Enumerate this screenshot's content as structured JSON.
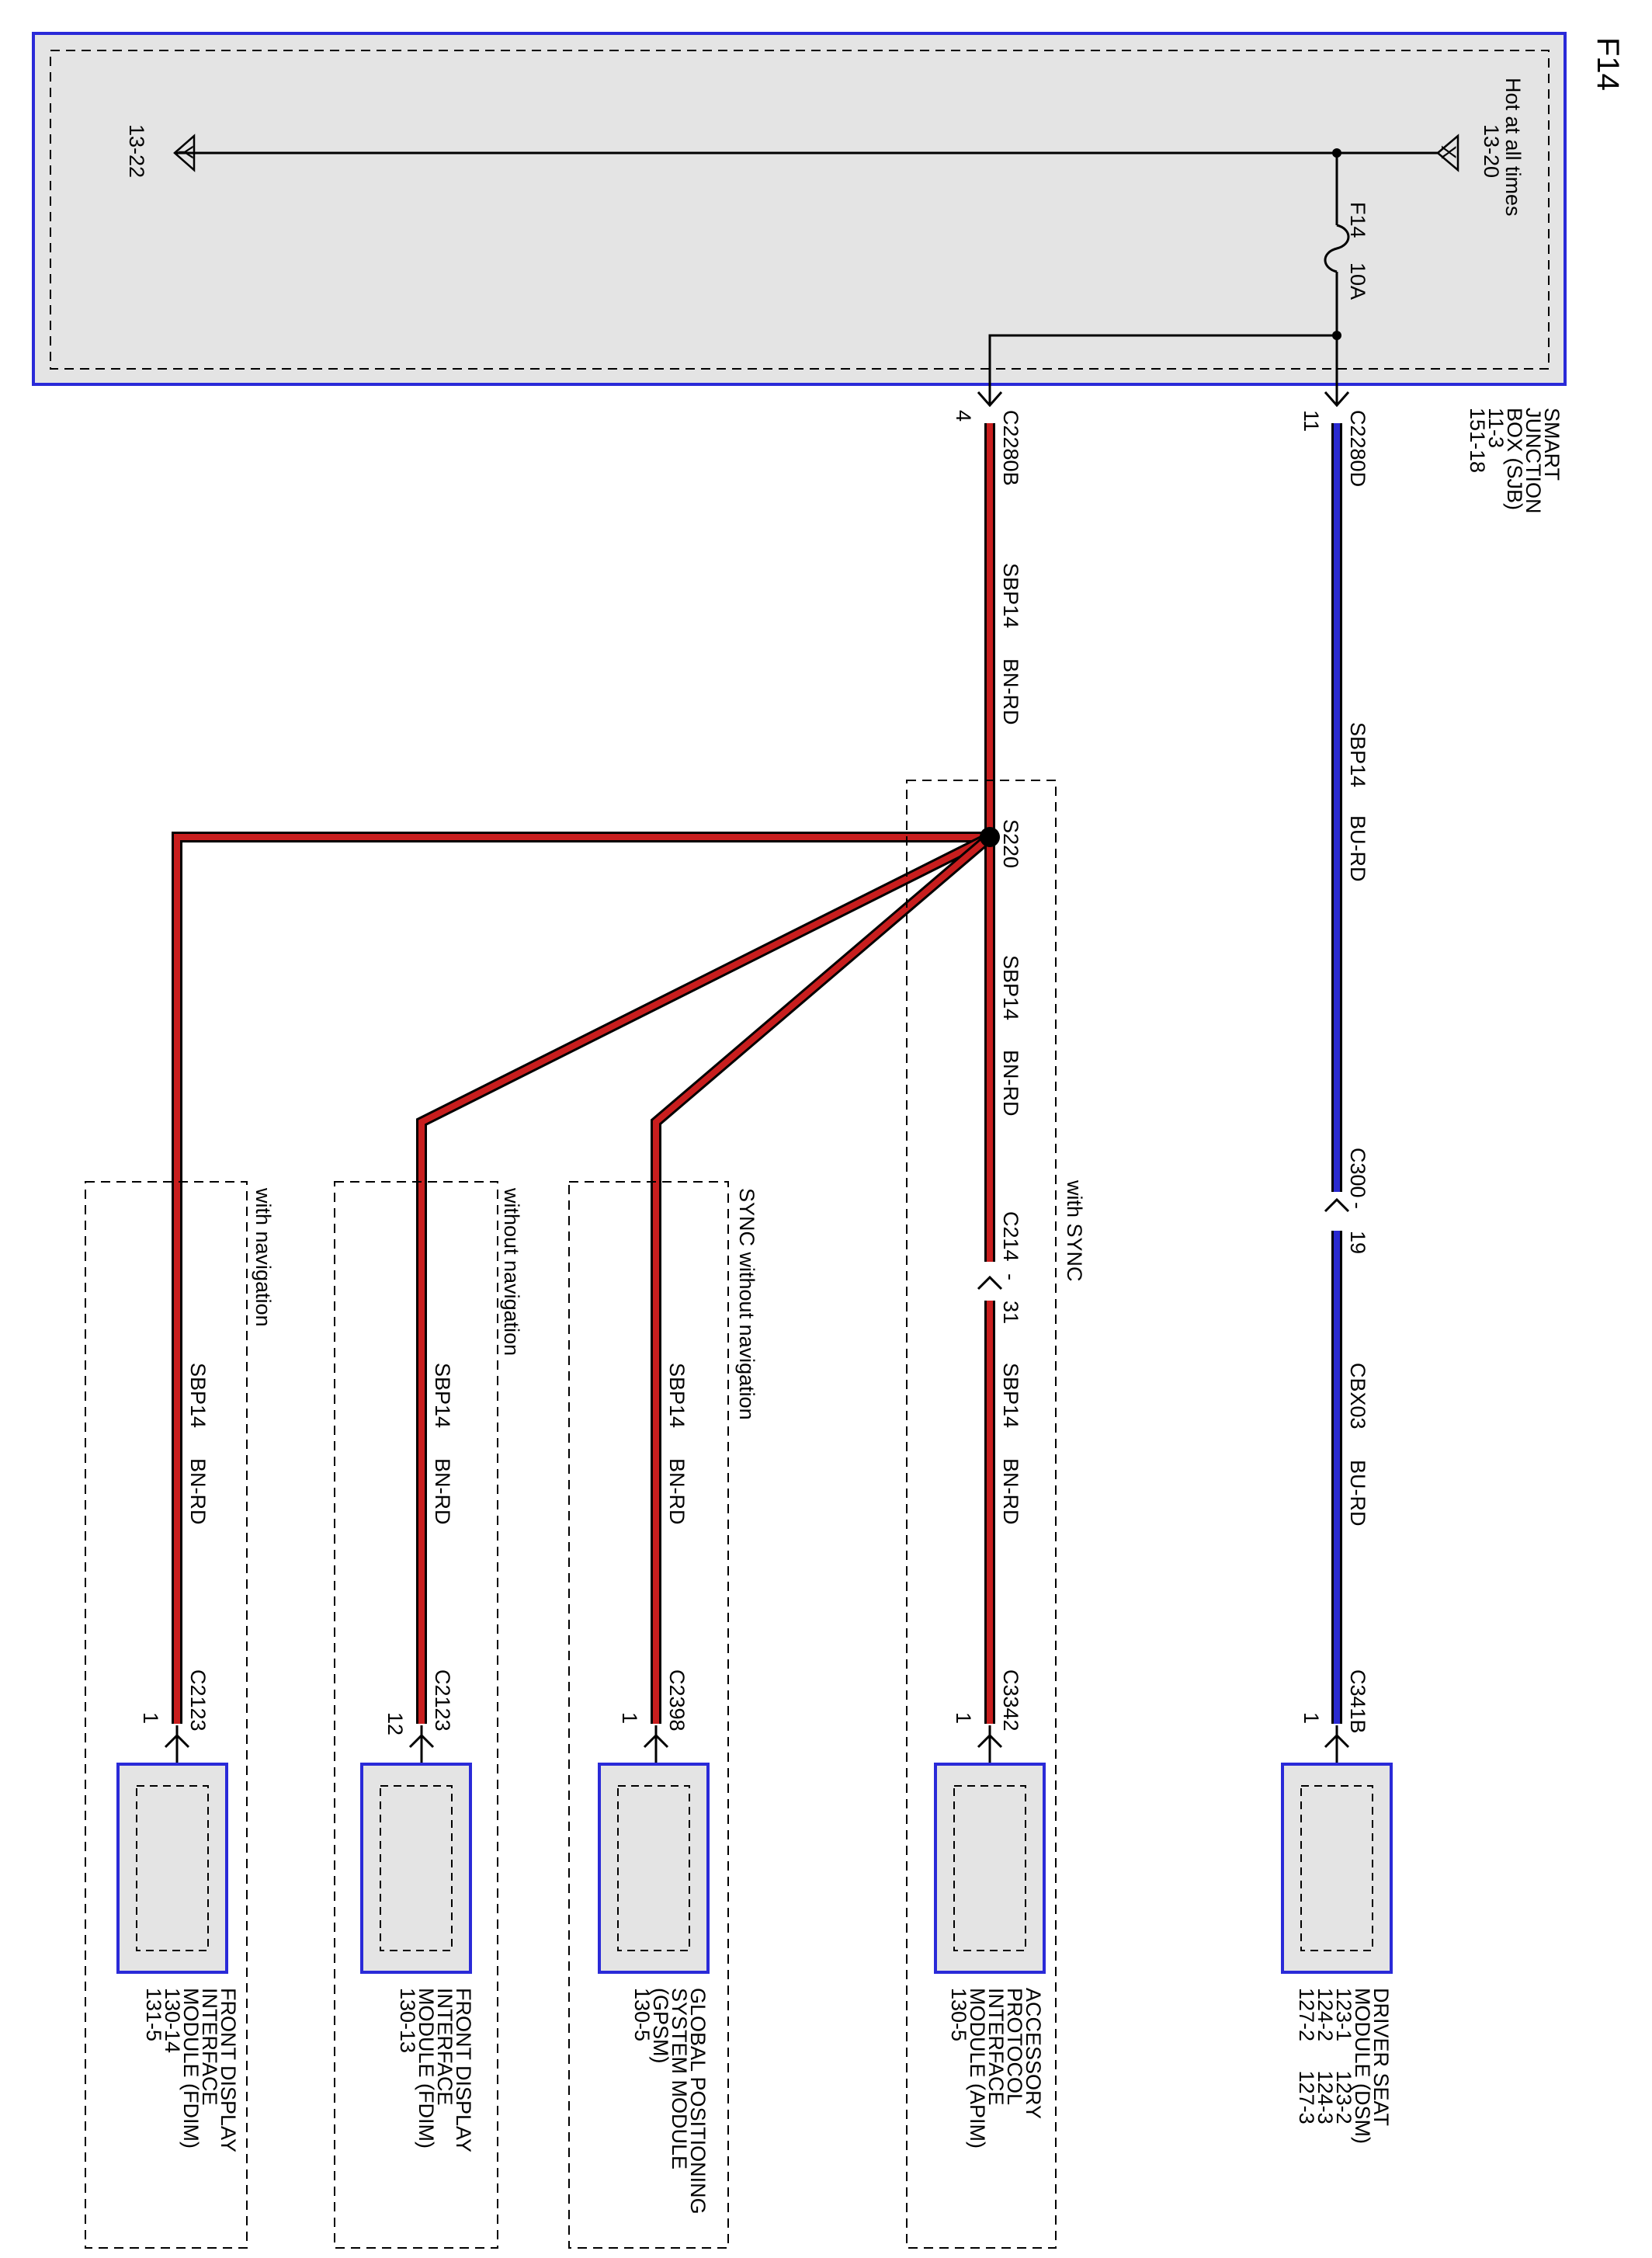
{
  "page": {
    "title": "F14"
  },
  "sjb": {
    "hot_label": "Hot at all times",
    "in_ref": "13-20",
    "in_flag": "X",
    "out_ref": "13-22",
    "out_flag": "Y",
    "fuse_name": "F14",
    "fuse_rating": "10A",
    "name_lines": [
      "SMART",
      "JUNCTION",
      "BOX (SJB)",
      "11-3",
      "151-18"
    ]
  },
  "circuits": {
    "dsm": {
      "top_connector": "C2280D",
      "top_pin": "11",
      "seg1_circuit": "SBP14",
      "seg1_color": "BU-RD",
      "inline_connector": "C300",
      "inline_dash": "-",
      "inline_pin": "19",
      "seg2_circuit": "CBX03",
      "seg2_color": "BU-RD",
      "end_connector": "C341B",
      "end_pin": "1",
      "module_lines": [
        "DRIVER SEAT",
        "MODULE (DSM)",
        "123-1     123-2",
        "124-2     124-3",
        "127-2     127-3"
      ]
    },
    "main": {
      "top_connector": "C2280B",
      "top_pin": "4",
      "seg1_circuit": "SBP14",
      "seg1_color": "BN-RD",
      "splice": "S220"
    },
    "apim": {
      "option_label": "with SYNC",
      "seg1_circuit": "SBP14",
      "seg1_color": "BN-RD",
      "inline_connector": "C214",
      "inline_dash": "-",
      "inline_pin": "31",
      "seg2_circuit": "SBP14",
      "seg2_color": "BN-RD",
      "end_connector": "C3342",
      "end_pin": "1",
      "module_lines": [
        "ACCESSORY",
        "PROTOCOL",
        "INTERFACE",
        "MODULE (APIM)",
        "130-5"
      ]
    },
    "gpsm": {
      "option_label": "SYNC without navigation",
      "circuit": "SBP14",
      "color": "BN-RD",
      "end_connector": "C2398",
      "end_pin": "1",
      "module_lines": [
        "GLOBAL POSITIONING",
        "SYSTEM MODULE",
        "(GPSM)",
        "130-5"
      ]
    },
    "fdim_no_nav": {
      "option_label": "without navigation",
      "circuit": "SBP14",
      "color": "BN-RD",
      "end_connector": "C2123",
      "end_pin": "12",
      "module_lines": [
        "FRONT DISPLAY",
        "INTERFACE",
        "MODULE (FDIM)",
        "130-13"
      ]
    },
    "fdim_nav": {
      "option_label": "with navigation",
      "circuit": "SBP14",
      "color": "BN-RD",
      "end_connector": "C2123",
      "end_pin": "1",
      "module_lines": [
        "FRONT DISPLAY",
        "INTERFACE",
        "MODULE (FDIM)",
        "130-14",
        "131-5"
      ]
    }
  },
  "colors": {
    "border_blue": "#2a2ad8",
    "wire_blue": "#2a2ad0",
    "wire_red": "#c81e1e",
    "box_fill": "#e4e4e4"
  }
}
